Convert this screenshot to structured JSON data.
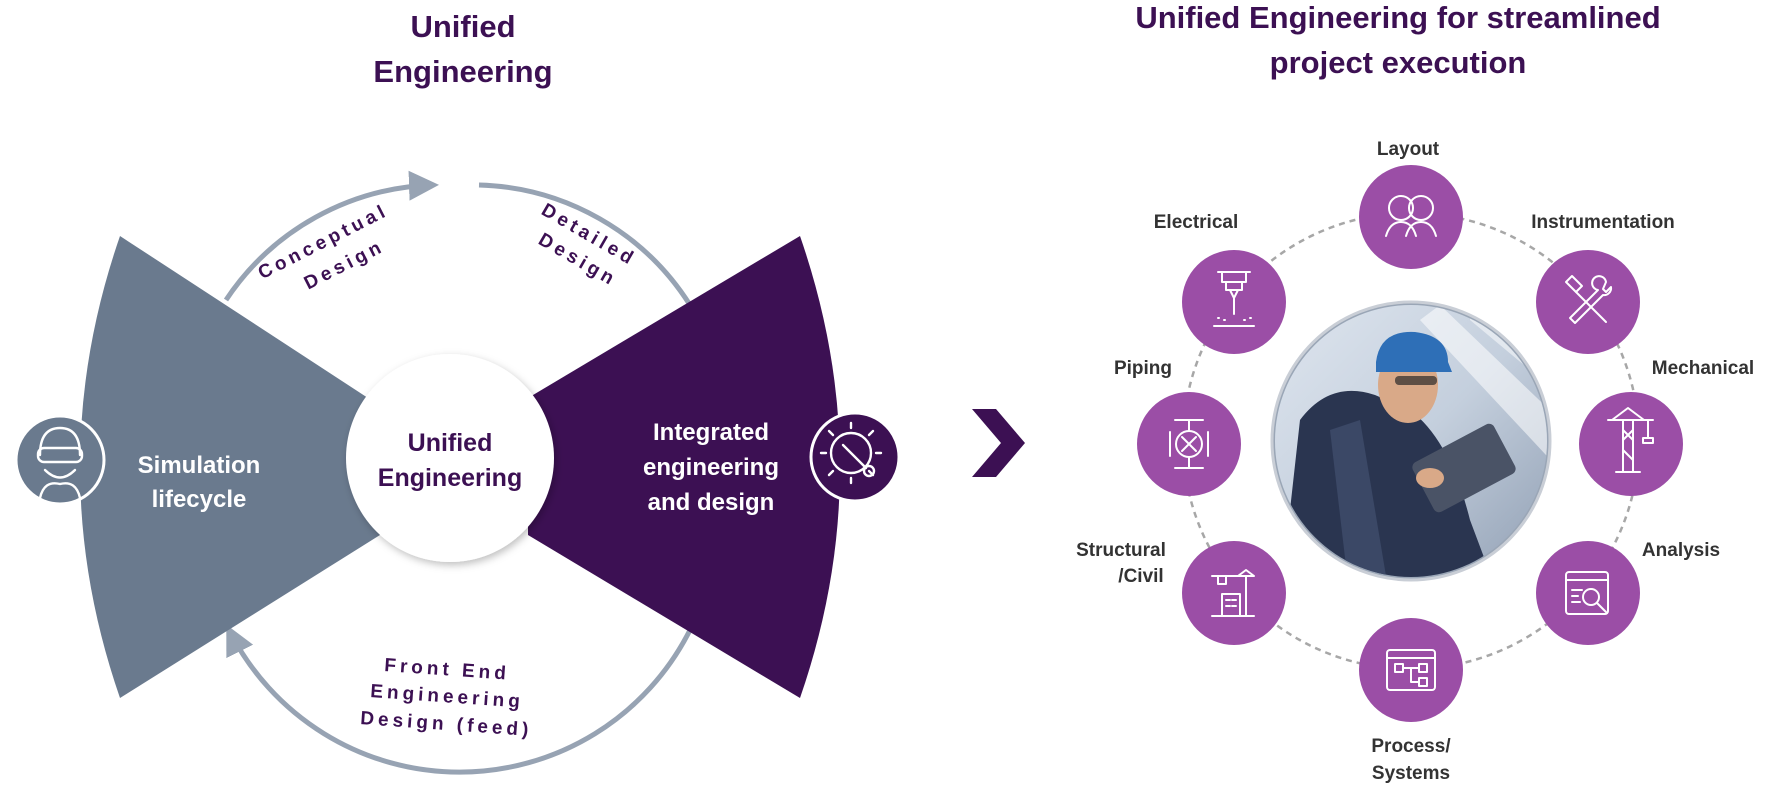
{
  "left": {
    "title_line1": "Unified",
    "title_line2": "Engineering",
    "arc_labels": {
      "conceptual": [
        "Conceptual",
        "Design"
      ],
      "detailed": [
        "Detailed",
        "Design"
      ],
      "feed": [
        "Front End",
        "Engineering",
        "Design (feed)"
      ]
    },
    "left_wedge": [
      "Simulation",
      "lifecycle"
    ],
    "right_wedge": [
      "Integrated",
      "engineering",
      "and design"
    ],
    "center": [
      "Unified",
      "Engineering"
    ],
    "left_icon": "vr-headset-person-icon",
    "right_icon": "gear-wrench-icon"
  },
  "divider_icon": "chevron-right-icon",
  "right": {
    "title_line1": "Unified Engineering for streamlined",
    "title_line2": "project execution",
    "center_photo": "engineer-with-tablet-photo",
    "nodes": [
      {
        "label": [
          "Layout"
        ],
        "icon": "people-outline-icon"
      },
      {
        "label": [
          "Instrumentation"
        ],
        "icon": "tools-icon"
      },
      {
        "label": [
          "Mechanical"
        ],
        "icon": "crane-icon"
      },
      {
        "label": [
          "Analysis"
        ],
        "icon": "report-analysis-icon"
      },
      {
        "label": [
          "Process/",
          "Systems"
        ],
        "icon": "process-flow-window-icon"
      },
      {
        "label": [
          "Structural",
          "/Civil"
        ],
        "icon": "building-crane-icon"
      },
      {
        "label": [
          "Piping"
        ],
        "icon": "valve-icon"
      },
      {
        "label": [
          "Electrical"
        ],
        "icon": "laser-cutter-icon"
      }
    ]
  },
  "colors": {
    "purple_dark": "#3c1053",
    "purple_node": "#9b4ea6",
    "slate": "#6a7a8e",
    "arc_gray": "#97a3b3",
    "ring_dash": "#a7a7a7"
  }
}
